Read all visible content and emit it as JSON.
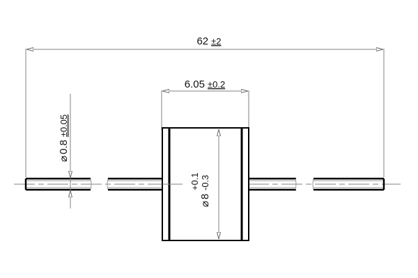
{
  "drawing": {
    "type": "technical-drawing",
    "subject": "axial component with leads (side view)",
    "colors": {
      "outline": "#000000",
      "dimension_line": "#808080",
      "text": "#111111",
      "background": "#ffffff"
    },
    "dimensions": {
      "overall_length": {
        "nominal": "62",
        "tolerance": "±2",
        "label": "62 ±2"
      },
      "body_length": {
        "nominal": "6.05",
        "tolerance": "±0.2",
        "label": "6.05 ±0.2"
      },
      "lead_diameter": {
        "symbol": "⌀",
        "nominal": "0.8",
        "tolerance": "±0.05",
        "label": "⌀0.8 ±0.05"
      },
      "body_diameter": {
        "symbol": "⌀",
        "nominal": "8",
        "upper_tolerance": "+0.1",
        "lower_tolerance": "-0.3",
        "label": "⌀8 +0.1 -0.3"
      }
    }
  }
}
